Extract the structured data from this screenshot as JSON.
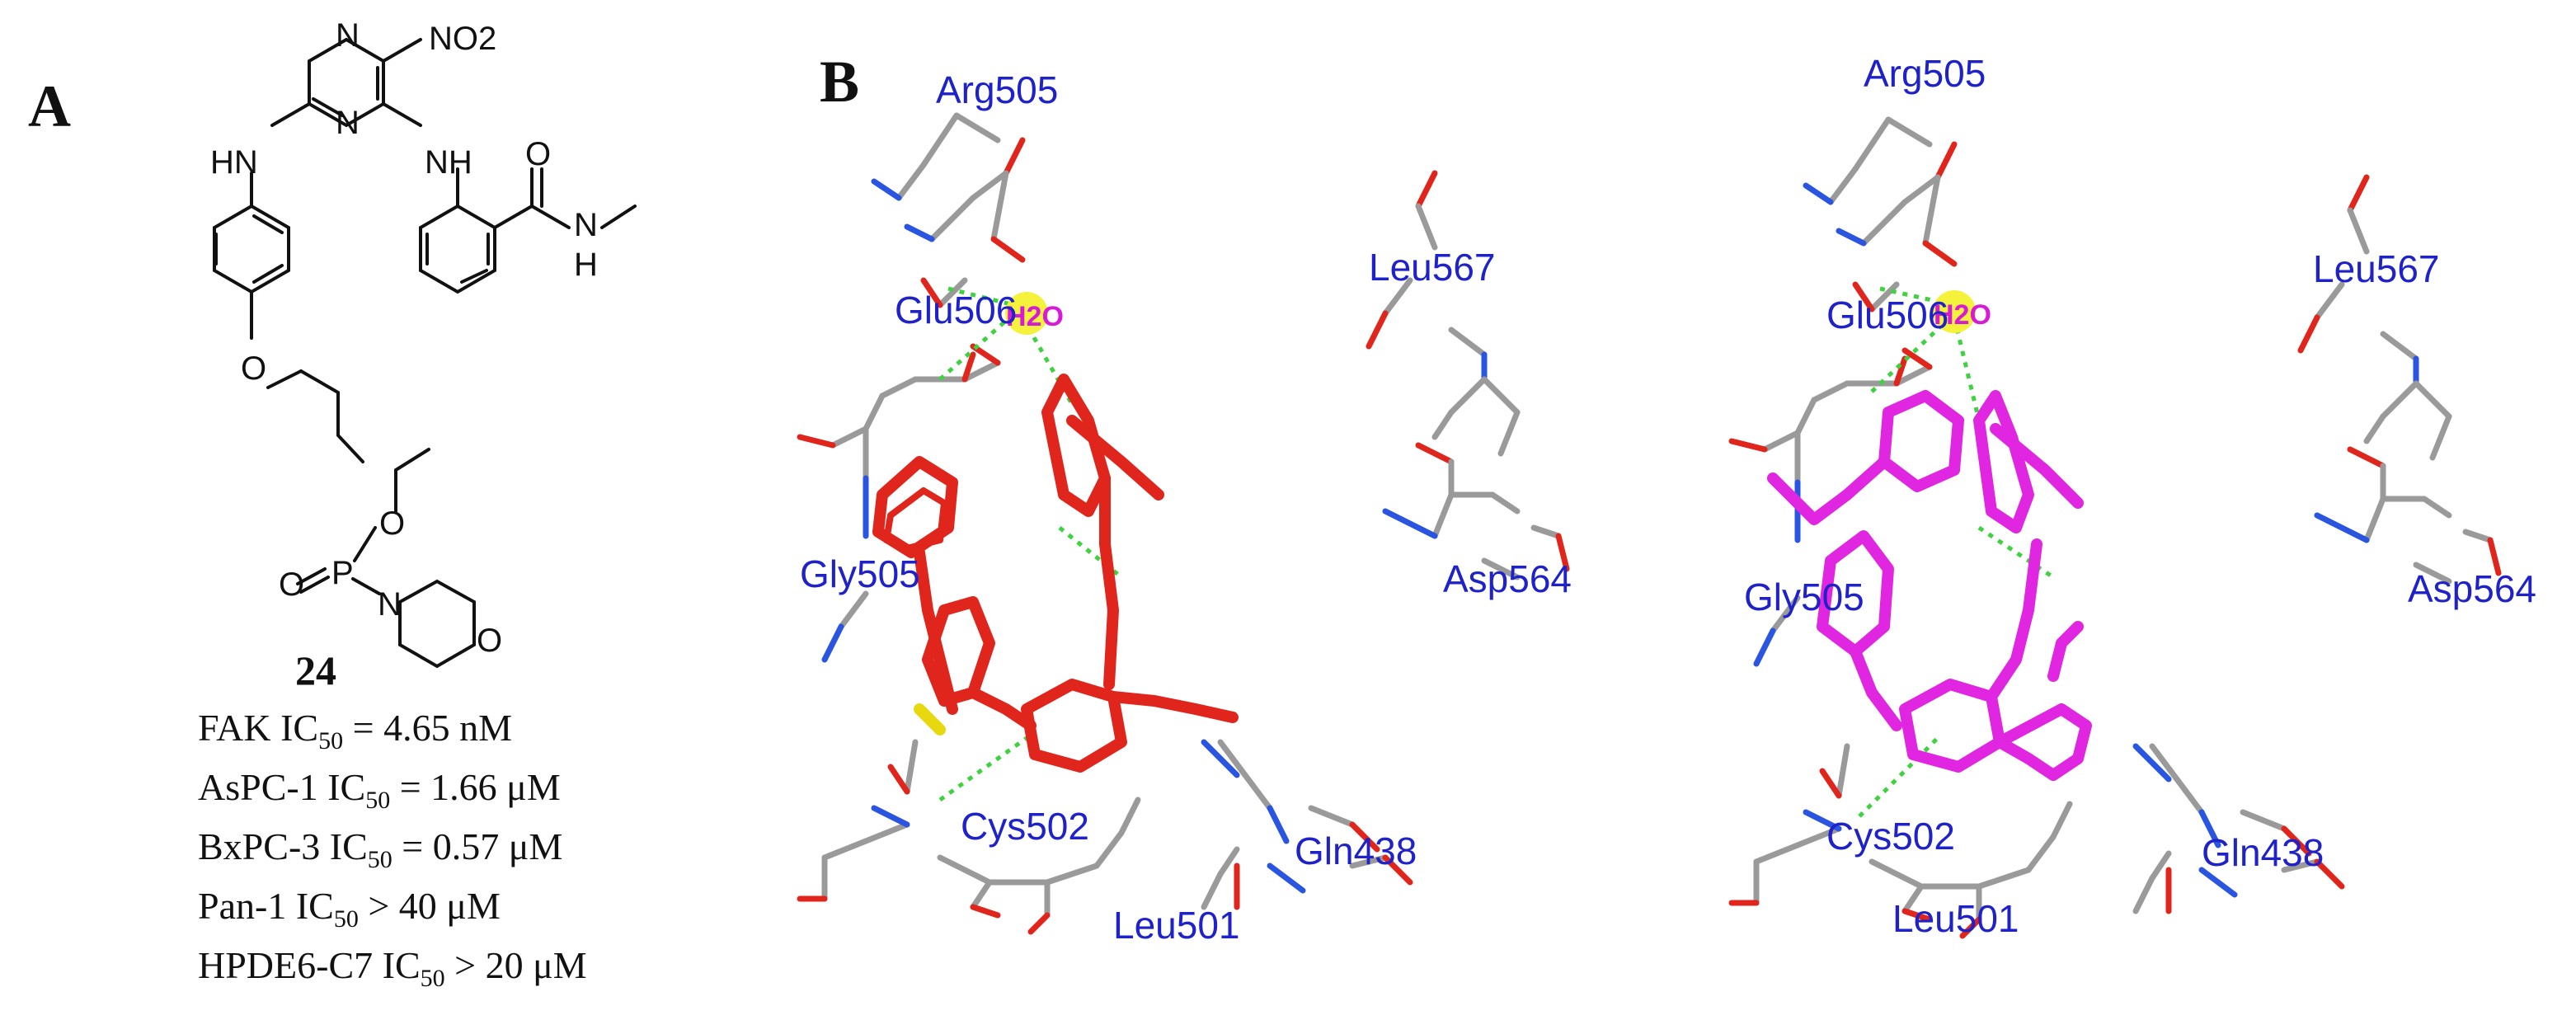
{
  "panel_a": {
    "label": "A",
    "compound_number": "24",
    "atoms": {
      "no2": "NO2",
      "n_top": "N",
      "n_mid": "N",
      "hn_left": "HN",
      "nh_right": "NH",
      "o_carbonyl": "O",
      "amide_n": "N",
      "amide_h": "H",
      "ether_o": "O",
      "p": "P",
      "p_o_double": "O",
      "p_o_ethoxy": "O",
      "morph_n": "N",
      "morph_o": "O"
    },
    "activities": [
      {
        "assay": "FAK IC",
        "sub": "50",
        "relation": " = ",
        "value": "4.65 nM"
      },
      {
        "assay": "AsPC-1 IC",
        "sub": "50",
        "relation": " = ",
        "value": "1.66 μM"
      },
      {
        "assay": "BxPC-3 IC",
        "sub": "50",
        "relation": " = ",
        "value": "0.57 μM"
      },
      {
        "assay": "Pan-1 IC",
        "sub": "50",
        "relation": " > ",
        "value": "40 μM"
      },
      {
        "assay": "HPDE6-C7  IC",
        "sub": "50",
        "relation": " > ",
        "value": "20 μM"
      }
    ]
  },
  "panel_b": {
    "label": "B",
    "water_label": "H2O",
    "residues": [
      "Arg505",
      "Glu506",
      "Leu567",
      "Gly505",
      "Asp564",
      "Cys502",
      "Gln438",
      "Leu501"
    ],
    "left_ligand_color": "#e0261c",
    "right_ligand_color": "#e026e0",
    "hbond_color": "#3fd13f",
    "water_color": "#f4f23a",
    "water_text_color": "#d81ad8",
    "protein_color": "#9a9a9a",
    "oxygen_color": "#e0261c",
    "nitrogen_color": "#2a55e0",
    "sulfur_color": "#e8d810",
    "residue_label_color": "#1e22c8"
  }
}
